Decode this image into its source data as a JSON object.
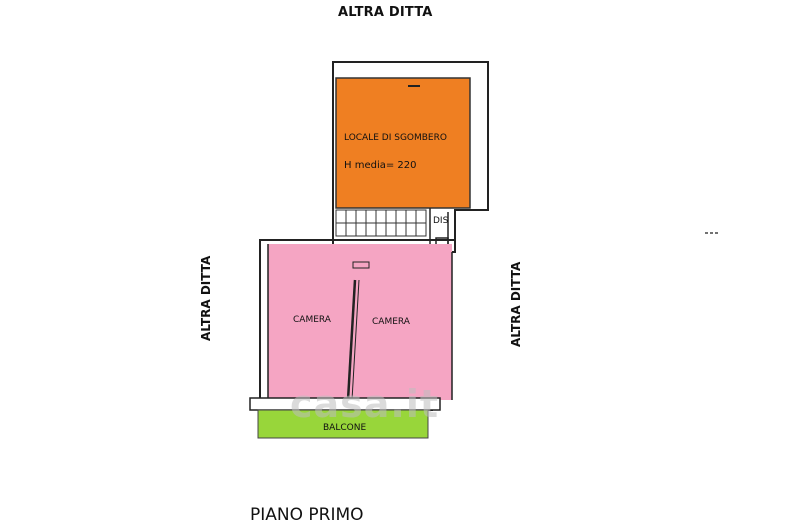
{
  "labels": {
    "top": "ALTRA DITTA",
    "left": "ALTRA DITTA",
    "right": "ALTRA DITTA",
    "floor": "PIANO PRIMO"
  },
  "rooms": {
    "storage": {
      "name": "LOCALE DI SGOMBERO",
      "height_note": "H media= 220",
      "color": "#ef7f22"
    },
    "bedroom_left": {
      "name": "CAMERA",
      "color": "#f5a5c3"
    },
    "bedroom_right": {
      "name": "CAMERA",
      "color": "#f5a5c3"
    },
    "balcony": {
      "name": "BALCONE",
      "color": "#98d63a"
    },
    "hall": {
      "name": "DIS"
    }
  },
  "watermark": "casa.it"
}
